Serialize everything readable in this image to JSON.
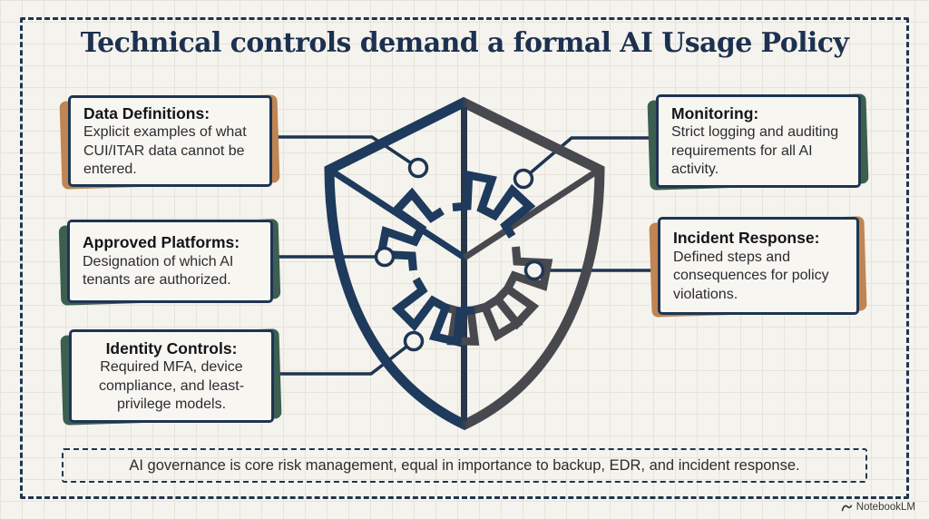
{
  "title": "Technical controls demand a formal AI Usage Policy",
  "boxes": [
    {
      "heading": "Data Definitions:",
      "body": "Explicit examples of what CUI/ITAR data cannot be entered.",
      "accent": "orange"
    },
    {
      "heading": "Approved Platforms:",
      "body": "Designation of which AI tenants are authorized.",
      "accent": "green"
    },
    {
      "heading": "Identity Controls:",
      "body": "Required MFA, device compliance, and least-privilege models.",
      "accent": "green"
    },
    {
      "heading": "Monitoring:",
      "body": "Strict logging and auditing requirements for all AI activity.",
      "accent": "green"
    },
    {
      "heading": "Incident Response:",
      "body": "Defined steps and consequences for policy violations.",
      "accent": "orange"
    }
  ],
  "footer_note": "AI governance is core risk management, equal in importance to backup, EDR, and incident response.",
  "watermark": "NotebookLM",
  "icons": {
    "center": "shield-gear-icon",
    "watermark": "notebooklm-logo-icon"
  },
  "colors": {
    "navy": "#1e3552",
    "shield-left": "#1e3a5c",
    "shield-right": "#47494e",
    "accent-orange": "#c08552",
    "accent-green": "#3c5f52",
    "canvas-bg": "#f5f3ed",
    "box-bg": "#f8f6f1",
    "grid-line": "#e7e3da",
    "title-color": "#1c3050",
    "heading-color": "#141518",
    "body-color": "#2b2c2f",
    "watermark-color": "#3a3a3a"
  }
}
